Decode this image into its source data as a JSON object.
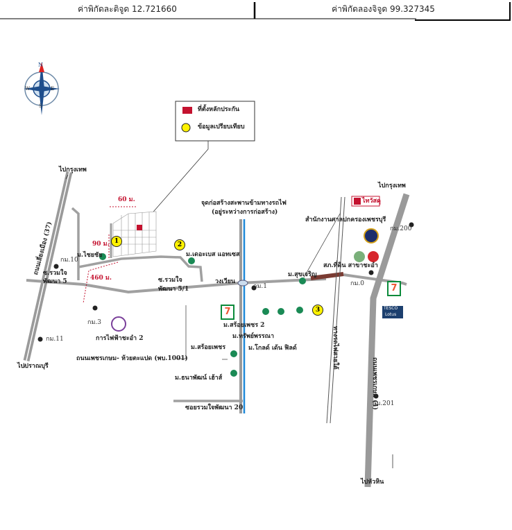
{
  "header": {
    "latitude_label": "ค่าพิกัดละติจูด 12.721660",
    "longitude_label": "ค่าพิกัดลองจิจูด 99.327345"
  },
  "compass": {
    "n": "N",
    "s": "S",
    "e": "E",
    "w": "W"
  },
  "legend": {
    "collateral": "ที่ตั้งหลักประกัน",
    "comparable": "ข้อมูลเปรียบเทียบ",
    "collateral_color": "#c4122f",
    "comparable_color": "#fff200"
  },
  "markers": [
    "1",
    "2",
    "3"
  ],
  "distances": {
    "width": "60 ม.",
    "depth": "90 ม.",
    "access": "460 ม."
  },
  "directions": {
    "to_bangkok_left": "ไปกรุงเทพ",
    "to_pranburi": "ไปปราณบุรี",
    "to_bangkok_right": "ไปกรุงเทพ",
    "to_huahin": "ไปหัวหิน"
  },
  "roads": {
    "bypass": "ถนนเลี่ยงเมือง (37)",
    "phetkasem": "ถนนเพชรเกษม (4)",
    "main": "ถนนเพชรเกษม- ห้วยตะแปด (พบ.1001)",
    "soi5": "ซ.รวมใจ\nพัฒนา 5",
    "soi5_line1": "ซ.รวมใจ",
    "soi5_line2": "พัฒนา 5",
    "soi51_line1": "ซ.รวมใจ",
    "soi51_line2": "พัฒนา 5/1",
    "soi20": "ซอยรวมใจพัฒนา 20",
    "railway": "ทางรถไฟสายใต้",
    "roundabout": "วงเวียน"
  },
  "km": [
    "กม.10",
    "กม.11",
    "กม.3",
    "กม.1",
    "กม.0",
    "กม.200",
    "กม.201"
  ],
  "places": {
    "chaichai": "ม.ไชยชัย",
    "thebase": "ม.เดอะเบส แอทเซส",
    "electric": "การไฟฟ้าชะอำ 2",
    "bridge_line1": "จุดก่อสร้างสะพานข้ามทางรถไฟ",
    "bridge_line2": "(อยู่ระหว่างการก่อสร้าง)",
    "sukcharoen": "ม.สุขเจริญ",
    "soiphet2": "ม.สร้อยเพชร 2",
    "sapphan": "ม.ทรัพย์พรรณา",
    "goldenfield": "ม.โกลด์ เด้น ฟิลด์",
    "soiphet": "ม.สร้อยเพชร",
    "thanapat": "ม.ธนาพัฒน์ เฮ้าส์",
    "thaiwatsadu": "ไทวัสดุ",
    "provincial": "สำนักงานศาลปกครองเพชรบุรี",
    "police": "สภ.ที่ดิน สาขาชะอำ",
    "seven": "7",
    "tesco": "TESCO",
    "lotus": "Lotus"
  }
}
